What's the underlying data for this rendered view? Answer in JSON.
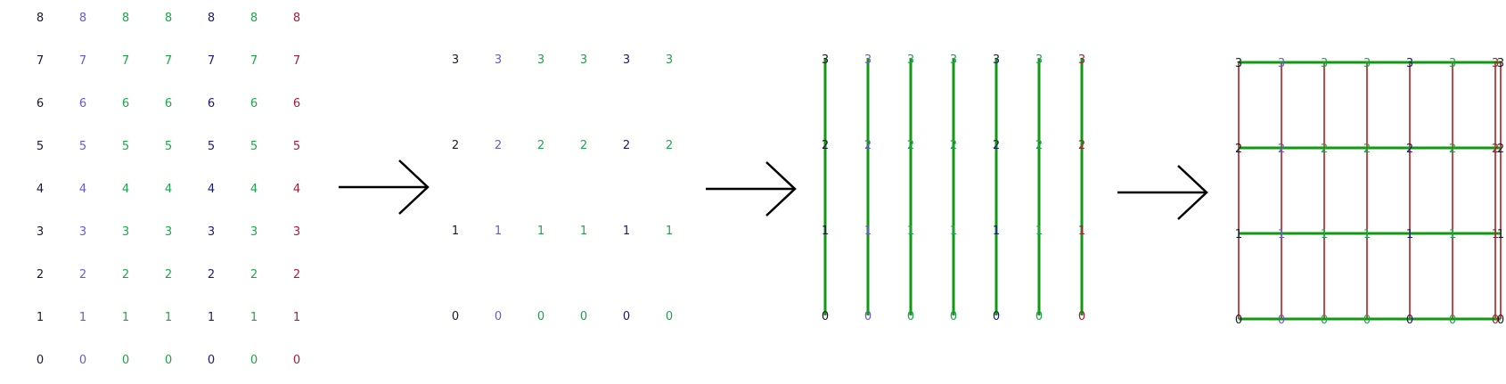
{
  "colors": {
    "col_text": [
      "#1a1a2e",
      "#6a5acd",
      "#1fa34a",
      "#1fa34a",
      "#1a1a6e",
      "#1fa34a",
      "#a0203a"
    ],
    "green_line": "#119911",
    "red_line": "#aa1111",
    "arrow": "#000000"
  },
  "panels": [
    {
      "id": "panel-1-number-grid",
      "rows": [
        [
          "8",
          "8",
          "8",
          "8",
          "8",
          "8",
          "8"
        ],
        [
          "7",
          "7",
          "7",
          "7",
          "7",
          "7",
          "7"
        ],
        [
          "6",
          "6",
          "6",
          "6",
          "6",
          "6",
          "6"
        ],
        [
          "5",
          "5",
          "5",
          "5",
          "5",
          "5",
          "5"
        ],
        [
          "4",
          "4",
          "4",
          "4",
          "4",
          "4",
          "4"
        ],
        [
          "3",
          "3",
          "3",
          "3",
          "3",
          "3",
          "3"
        ],
        [
          "2",
          "2",
          "2",
          "2",
          "2",
          "2",
          "2"
        ],
        [
          "1",
          "1",
          "1",
          "1",
          "1",
          "1",
          "1"
        ],
        [
          "0",
          "0",
          "0",
          "0",
          "0",
          "0",
          "0"
        ]
      ]
    },
    {
      "id": "panel-2-subsampled-grid",
      "rows": [
        [
          "3",
          "3",
          "3",
          "3",
          "3",
          "3"
        ],
        [
          "2",
          "2",
          "2",
          "2",
          "2",
          "2"
        ],
        [
          "1",
          "1",
          "1",
          "1",
          "1",
          "1"
        ],
        [
          "0",
          "0",
          "0",
          "0",
          "0",
          "0"
        ]
      ]
    },
    {
      "id": "panel-3-vertical-lines",
      "rows": [
        [
          "3",
          "3",
          "3",
          "3",
          "3",
          "3",
          "3"
        ],
        [
          "2",
          "2",
          "2",
          "2",
          "2",
          "2",
          "2"
        ],
        [
          "1",
          "1",
          "1",
          "1",
          "1",
          "1",
          "1"
        ],
        [
          "0",
          "0",
          "0",
          "0",
          "0",
          "0",
          "0"
        ]
      ]
    },
    {
      "id": "panel-4-mesh",
      "rows": [
        [
          "3",
          "3",
          "3",
          "3",
          "3",
          "3",
          "3",
          "3"
        ],
        [
          "2",
          "2",
          "2",
          "2",
          "2",
          "2",
          "2",
          "2"
        ],
        [
          "1",
          "1",
          "1",
          "1",
          "1",
          "1",
          "1",
          "1"
        ],
        [
          "0",
          "0",
          "0",
          "0",
          "0",
          "0",
          "0",
          "0"
        ]
      ]
    }
  ]
}
